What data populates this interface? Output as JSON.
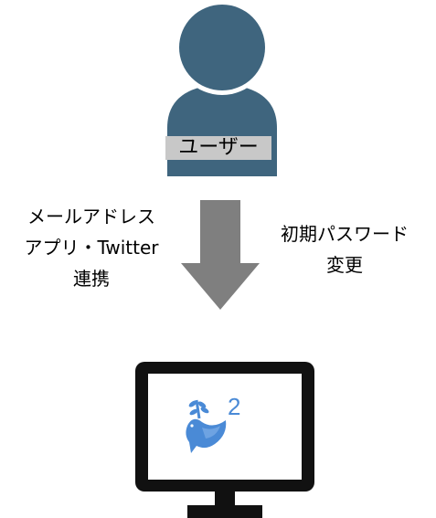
{
  "user": {
    "label": "ユーザー"
  },
  "flow": {
    "left_lines": [
      "メールアドレス",
      "アプリ・Twitter",
      "連携"
    ],
    "right_lines": [
      "初期パスワード",
      "変更"
    ]
  },
  "app_icon": {
    "badge": "2"
  },
  "colors": {
    "user_fill": "#3f657e",
    "arrow_fill": "#7f7f7f",
    "monitor_frame": "#111111",
    "dove_blue": "#4a8ad6"
  },
  "icons": [
    "user-icon",
    "down-arrow-icon",
    "monitor-icon",
    "dove-icon"
  ]
}
